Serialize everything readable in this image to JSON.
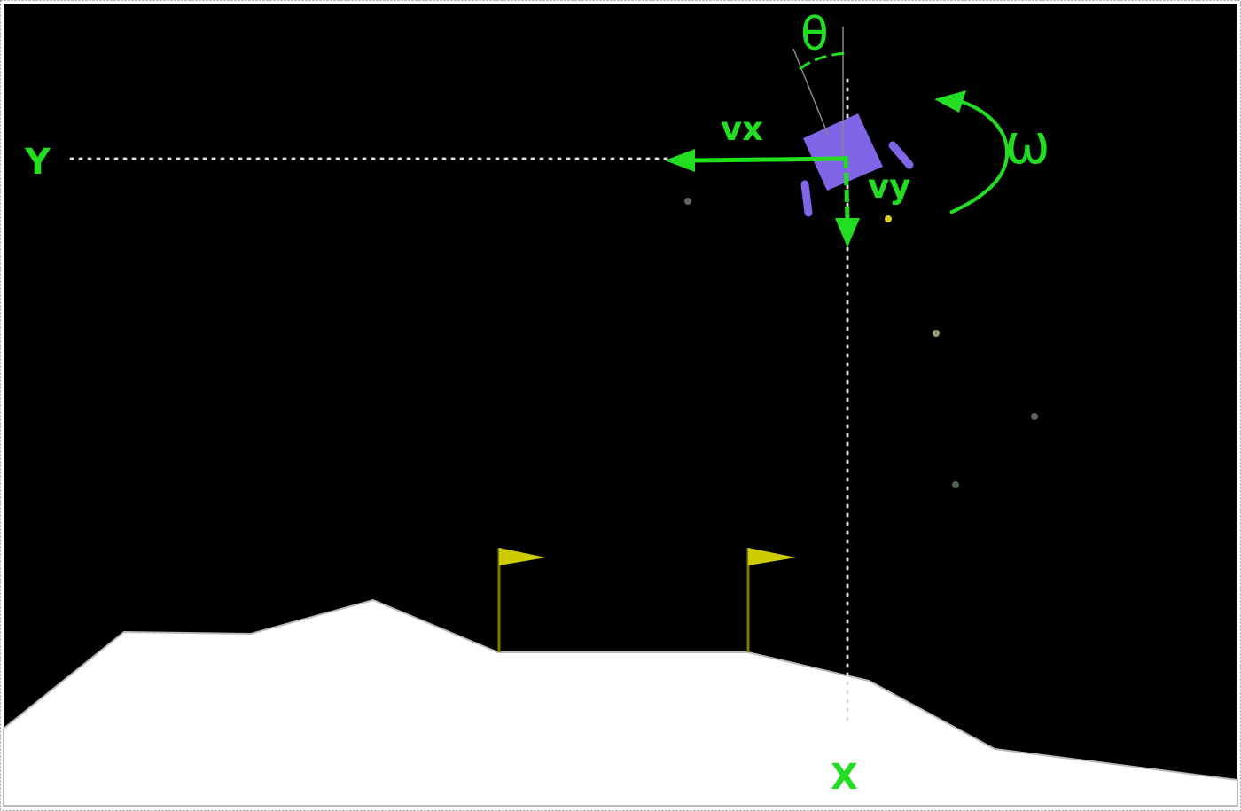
{
  "scene": {
    "colors": {
      "sky": "#000000",
      "terrain": "#ffffff",
      "lander": "#8066e6",
      "annotation": "#22dd22",
      "flag": "#cccc00",
      "guide": "#dddddd"
    },
    "labels": {
      "y_axis": "Y",
      "x_axis": "X",
      "vx": "vx",
      "vy": "vy",
      "theta": "θ",
      "omega": "ω"
    }
  }
}
